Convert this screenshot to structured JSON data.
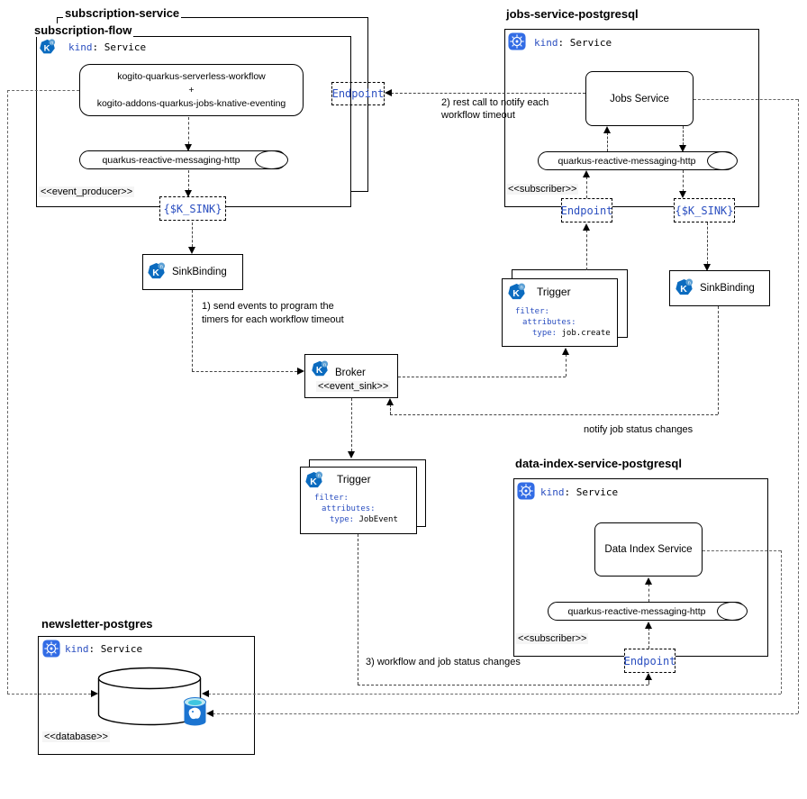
{
  "diagram": {
    "subscription_service": {
      "title": "subscription-service"
    },
    "subscription_flow": {
      "title": "subscription-flow",
      "kind_key": "kind",
      "kind_rest": ": Service",
      "workflow_line1": "kogito-quarkus-serverless-workflow",
      "workflow_line2": "+",
      "workflow_line3": "kogito-addons-quarkus-jobs-knative-eventing",
      "pill_label": "quarkus-reactive-messaging-http",
      "stereotype": "<<event_producer>>",
      "k_sink_label": "{$K_SINK}"
    },
    "endpoint_top_label": "Endpoint",
    "jobs_service": {
      "title": "jobs-service-postgresql",
      "kind_key": "kind",
      "kind_rest": ": Service",
      "service_label": "Jobs Service",
      "pill_label": "quarkus-reactive-messaging-http",
      "stereotype": "<<subscriber>>",
      "endpoint_label": "Endpoint",
      "k_sink_label": "{$K_SINK}"
    },
    "sinkbinding_left_label": "SinkBinding",
    "sinkbinding_right_label": "SinkBinding",
    "broker": {
      "title": "Broker",
      "stereotype": "<<event_sink>>"
    },
    "trigger_job_create": {
      "title": "Trigger",
      "filter_key": "filter:",
      "attributes_key": "attributes:",
      "type_key": "type:",
      "type_value": "job.create"
    },
    "trigger_job_event": {
      "title": "Trigger",
      "filter_key": "filter:",
      "attributes_key": "attributes:",
      "type_key": "type:",
      "type_value": "JobEvent"
    },
    "data_index": {
      "title": "data-index-service-postgresql",
      "kind_key": "kind",
      "kind_rest": ": Service",
      "service_label": "Data Index Service",
      "pill_label": "quarkus-reactive-messaging-http",
      "stereotype": "<<subscriber>>",
      "endpoint_label": "Endpoint"
    },
    "newsletter": {
      "title": "newsletter-postgres",
      "kind_key": "kind",
      "kind_rest": ": Service",
      "stereotype": "<<database>>"
    },
    "edge_labels": {
      "send_events_1": "1) send events to program the",
      "send_events_2": "timers for each workflow timeout",
      "rest_call_1": "2) rest call to notify each",
      "rest_call_2": "workflow timeout",
      "notify_job": "notify job status changes",
      "workflow_job": "3) workflow and job status changes"
    },
    "colors": {
      "code_blue": "#2b4fc0",
      "knative_blue": "#0b6bbf",
      "knative_badge": "#5a9fd4",
      "k8s_blue": "#326ce5",
      "postgres_blue": "#1b74d1",
      "postgres_top": "#bfe9f2",
      "postgres_inner": "#3ec6e0"
    }
  }
}
